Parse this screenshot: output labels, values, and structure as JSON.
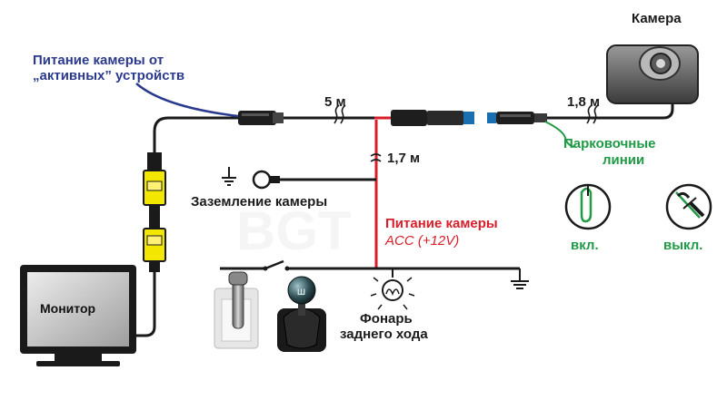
{
  "labels": {
    "camera": "Камера",
    "camera_power_line1": "Питание камеры от",
    "camera_power_line2": "„активных” устройств",
    "len_5m": "5 м",
    "len_18m": "1,8 м",
    "len_17m": "1,7 м",
    "grounding": "Заземление камеры",
    "parking_lines_line1": "Парковочные",
    "parking_lines_line2": "линии",
    "on": "вкл.",
    "off": "выкл.",
    "power_camera": "Питание камеры",
    "acc": "ACC (+12V)",
    "monitor": "Монитор",
    "reverse_light_line1": "Фонарь",
    "reverse_light_line2": "заднего хода"
  },
  "colors": {
    "wire_black": "#1a1a1a",
    "wire_red": "#d81e2a",
    "wire_blue": "#2b3a8c",
    "wire_green": "#1f9a45",
    "rca_yellow": "#f3e600"
  }
}
